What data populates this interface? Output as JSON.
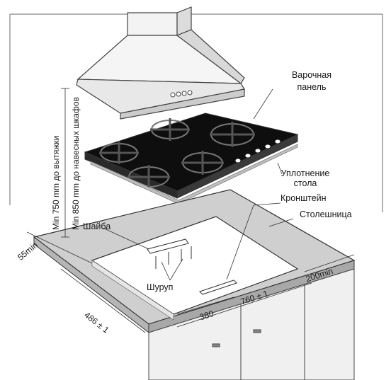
{
  "labels": {
    "hob": "Варочная панель",
    "seal": "Уплотнение стола",
    "bracket": "Кронштейн",
    "countertop": "Столешница",
    "washer": "Шайба",
    "screw": "Шуруп"
  },
  "dimensions": {
    "side_gap": "55min",
    "right_gap": "200min",
    "depth": "486 ± 1",
    "width": "760 ± 1",
    "half_width": "380",
    "hood_height": "Min 750 mm до вытяжки",
    "cabinet_height": "Min 850 mm до навесных шкафов"
  },
  "colors": {
    "line": "#333333",
    "counter_top": "#cfcfcf",
    "hob_glass": "#111111",
    "cabinet": "#f0f0f0"
  }
}
